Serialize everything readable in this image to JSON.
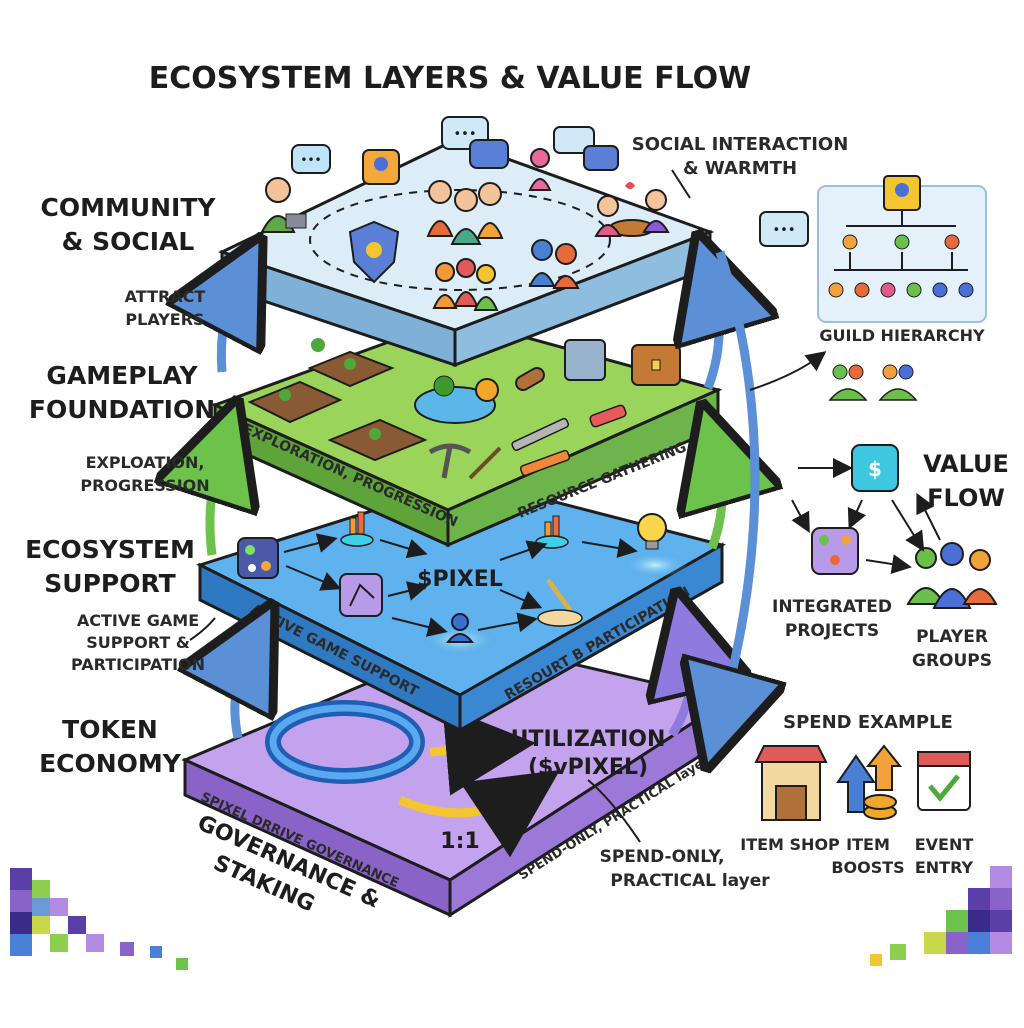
{
  "title": "ECOSYSTEM LAYERS & VALUE FLOW",
  "colors": {
    "community": "#d9ecf7",
    "gameplay": "#8ccf4f",
    "ecosystem": "#4a9ee0",
    "token": "#b48be3",
    "ink": "#1d1d1d",
    "arrow": "#5b8fd6"
  },
  "left_labels": {
    "community_line1": "COMMUNITY",
    "community_line2": "& SOCIAL",
    "attract_line1": "ATTRACT",
    "attract_line2": "PLAYERS",
    "gameplay_line1": "GAMEPLAY",
    "gameplay_line2": "FOUNDATION",
    "explo_line1": "EXPLOATION,",
    "explo_line2": "PROGRESSION",
    "ecosystem_line1": "ECOSYSTEM",
    "ecosystem_line2": "SUPPORT",
    "active_line1": "ACTIVE GAME",
    "active_line2": "SUPPORT &",
    "active_line3": "PARTICIPATION",
    "token_line1": "TOKEN",
    "token_line2": "ECONOMY",
    "gov_line1": "GOVERNANCE &",
    "gov_line2": "STAKING"
  },
  "layer_texts": {
    "social_line1": "SOCIAL INTERACTION",
    "social_line2": "& WARMTH",
    "gameplay_edge_left": "EXPLORATION, PROGRESSION",
    "gameplay_edge_right": "RESOURCE GATHERING",
    "pixel_center": "$PIXEL",
    "eco_edge_left": "ACTIVE GAME SUPPORT",
    "eco_edge_right": "RESOURT B PARTICIPATION",
    "util_line1": "UTILIZATION",
    "util_line2": "($vPIXEL)",
    "ratio": "1:1",
    "token_edge_left": "SPIXEL DRRIVE GOVERNANCE",
    "token_edge_right": "SPEND-ONLY, PRACTICAL layer",
    "spend_line1": "SPEND-ONLY,",
    "spend_line2": "PRACTICAL layer"
  },
  "right_panel": {
    "guild_hierarchy": "GUILD HIERARCHY",
    "value_line1": "VALUE",
    "value_line2": "FLOW",
    "integrated_line1": "INTEGRATED",
    "integrated_line2": "PROJECTS",
    "player_line1": "PLAYER",
    "player_line2": "GROUPS",
    "spend_example": "SPEND EXAMPLE",
    "item_shop": "ITEM SHOP",
    "boosts_line1": "ITEM",
    "boosts_line2": "BOOSTS",
    "event_line1": "EVENT",
    "event_line2": "ENTRY"
  }
}
